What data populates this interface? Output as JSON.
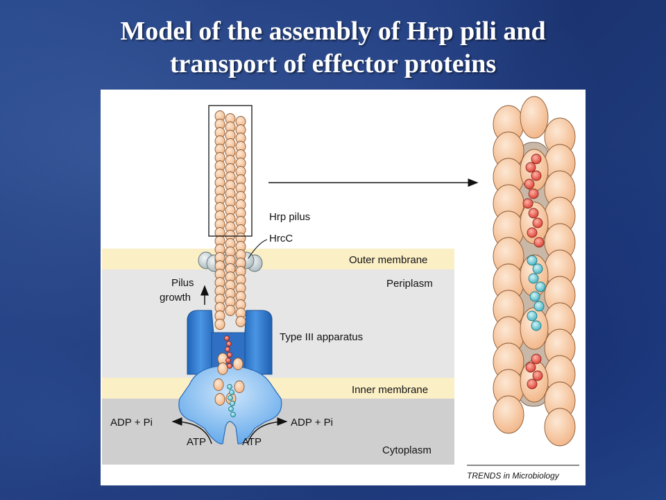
{
  "slide": {
    "title_line1": "Model of the assembly of Hrp pili and",
    "title_line2": "transport of effector proteins"
  },
  "labels": {
    "hrp_pilus": "Hrp pilus",
    "hrcc": "HrcC",
    "outer_membrane": "Outer membrane",
    "periplasm": "Periplasm",
    "pilus_growth_1": "Pilus",
    "pilus_growth_2": "growth",
    "type_iii": "Type III apparatus",
    "inner_membrane": "Inner membrane",
    "cytoplasm": "Cytoplasm",
    "adp_left": "ADP + Pi",
    "adp_right": "ADP + Pi",
    "atp_left": "ATP",
    "atp_right": "ATP",
    "credit": "TRENDS in Microbiology"
  },
  "colors": {
    "pilin": "#f6c9a0",
    "pilin_stroke": "#8a5a36",
    "effector_red": "#e04a3c",
    "effector_cyan": "#5cc3cf",
    "apparatus_blue": "#2f7fd6",
    "apparatus_light": "#8ec2f2",
    "membrane": "#fbefc6",
    "periplasm": "#e6e6e6",
    "cytoplasm": "#cfcfcf"
  }
}
